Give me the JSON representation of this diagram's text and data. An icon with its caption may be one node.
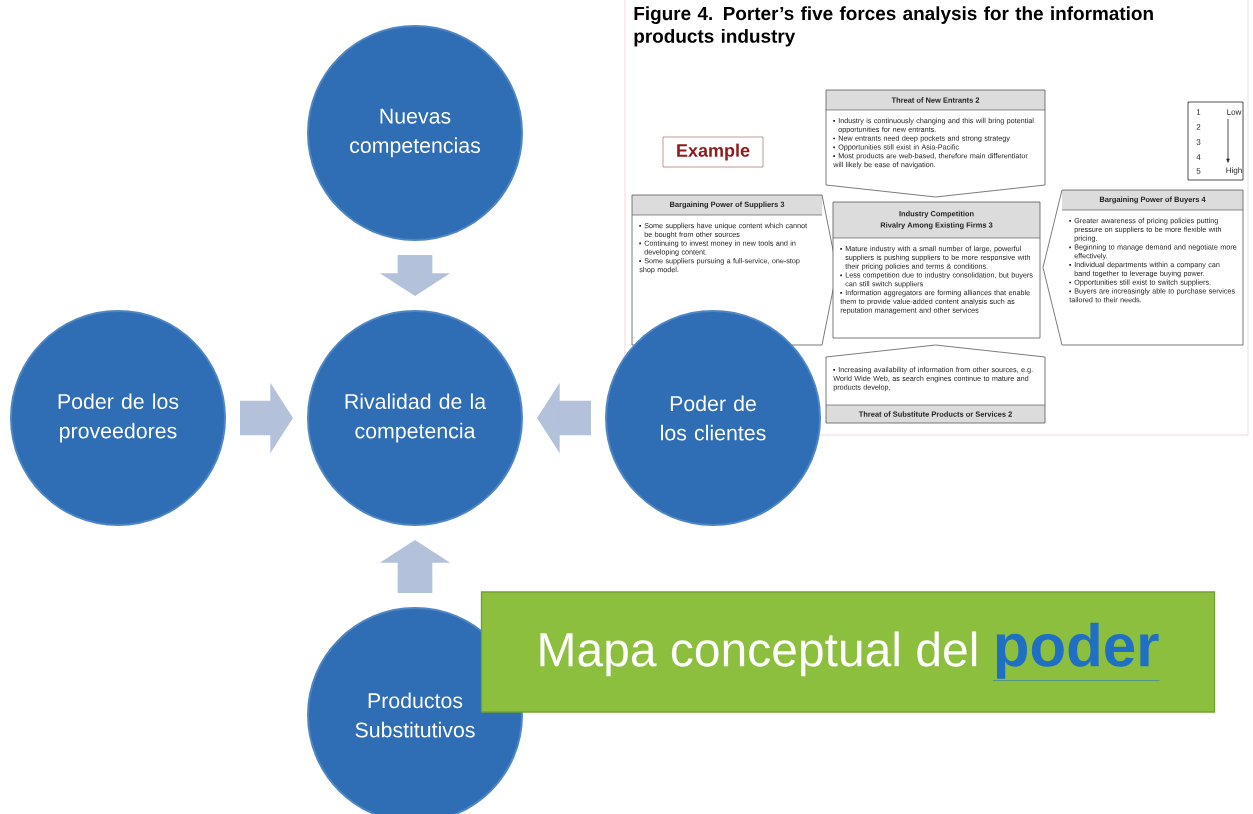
{
  "diagram": {
    "nodes": [
      {
        "text": [
          "Figure 4. Porter’s five forces analysis for the information products industry"
        ]
      },
      {
        "text": [
          "Example"
        ],
        "in": 0
      },
      {
        "text": [
          "Threat of New Entrants 2",
          "Industry is continuously changing and this will bring potential opportunities for new entrants.",
          "New entrants need deep pockets and strong strategy",
          "Opportunities still exist in Asia-Pacific",
          "Most products are web-based, therefore main differentiator will likely be ease of navigation."
        ],
        "in": 0
      },
      {
        "text": [
          "Bargaining Power of Suppliers 3",
          "Some suppliers have unique content which cannot be bought from other sources",
          "Continuing to invest money in new tools and in developing content.",
          "Some suppliers pursuing a full-service, one-stop shop model."
        ],
        "in": 0
      },
      {
        "text": [
          "Industry Competition",
          "Rivalry Among Existing Firms 3",
          "Mature industry with a small number of large, powerful suppliers is pushing suppliers to be more responsive with their pricing policies and terms & conditions.",
          "Less competition due to industry consolidation, but buyers can still switch suppliers",
          "Information aggregators are forming alliances that enable them to provide value-added content analysis such as reputation management and other services"
        ],
        "in": 0
      },
      {
        "text": [
          "Bargaining Power of Buyers 4",
          "Greater awareness of pricing policies putting pressure on suppliers to be more flexible with pricing.",
          "Beginning to manage demand and negotiate more effectively.",
          "Individual departments within a company can band together to leverage buying power.",
          "Opportunities still exist to switch suppliers.",
          "Buyers are increasingly able to purchase services tailored to their needs."
        ],
        "in": 0
      },
      {
        "text": [
          "Increasing availability of information from other sources, e.g. World Wide Web, as search engines continue to mature and products develop.",
          "Threat of Substitute Products or Services 2"
        ],
        "in": 0
      },
      {
        "text": [
          "Nuevas competencias"
        ]
      },
      {
        "text": [
          "Poder de los proveedores"
        ]
      },
      {
        "text": [
          "Rivalidad de la competencia"
        ]
      },
      {
        "text": [
          "Poder de los clientes"
        ]
      },
      {
        "text": [
          "Productos Substitutivos"
        ]
      },
      {
        "text": [
          "Mapa conceptual del",
          "poder"
        ]
      }
    ],
    "edges": [
      {
        "from": 7,
        "to": 9,
        "arrow": "to"
      },
      {
        "from": 8,
        "to": 9,
        "arrow": "to"
      },
      {
        "from": 10,
        "to": 9,
        "arrow": "to"
      },
      {
        "from": 11,
        "to": 9,
        "arrow": "to"
      }
    ],
    "labels": [
      "1",
      "Low",
      "2",
      "3",
      "4",
      "5",
      "High"
    ]
  }
}
